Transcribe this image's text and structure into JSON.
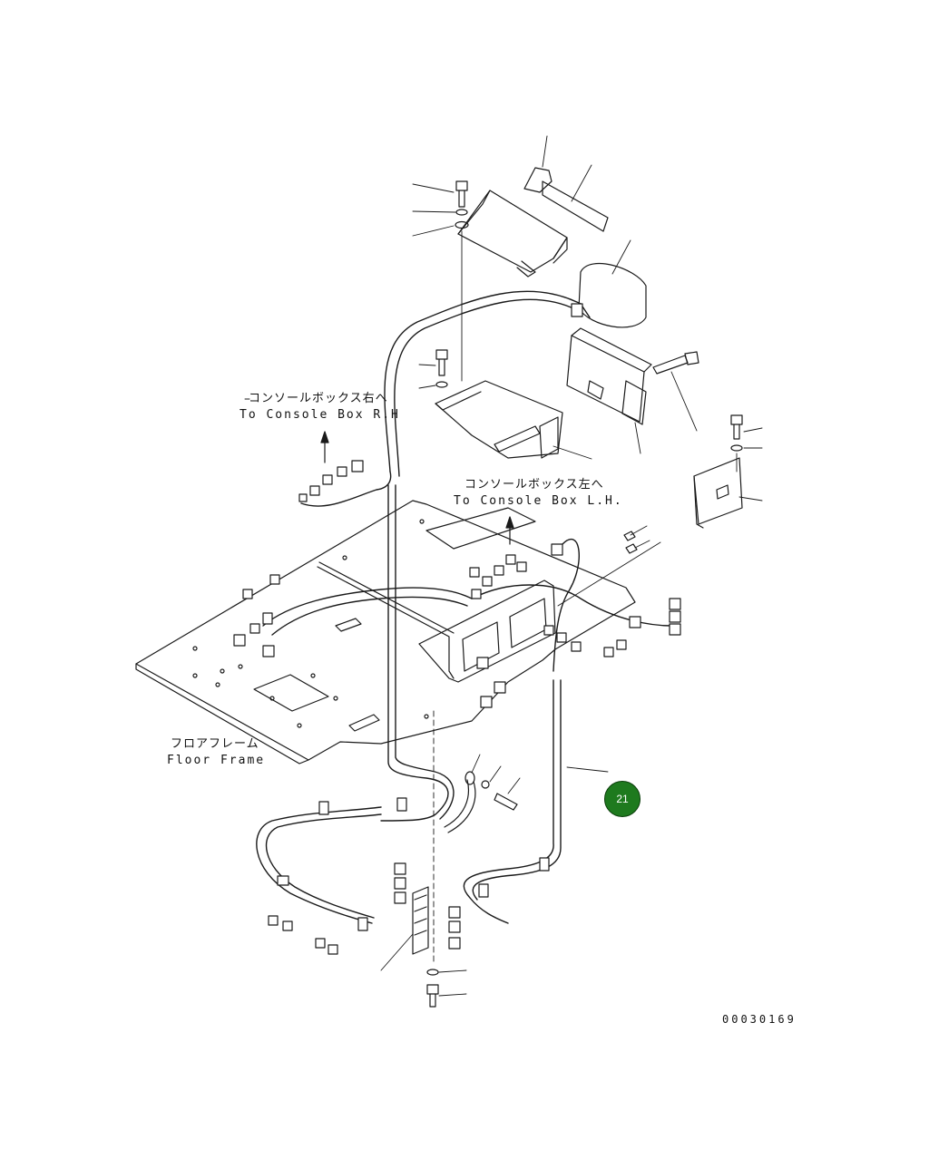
{
  "labels": {
    "console_rh_jp": "コンソールボックス右へ",
    "console_rh_en": "To Console Box R.H",
    "console_lh_jp": "コンソールボックス左へ",
    "console_lh_en": "To Console Box L.H.",
    "floor_frame_jp": "フロアフレーム",
    "floor_frame_en": "Floor Frame",
    "drawing_number": "00030169"
  },
  "callout": {
    "number": "21",
    "color": "#1e7a1e"
  },
  "colors": {
    "line": "#1a1a1a",
    "background": "#ffffff"
  }
}
